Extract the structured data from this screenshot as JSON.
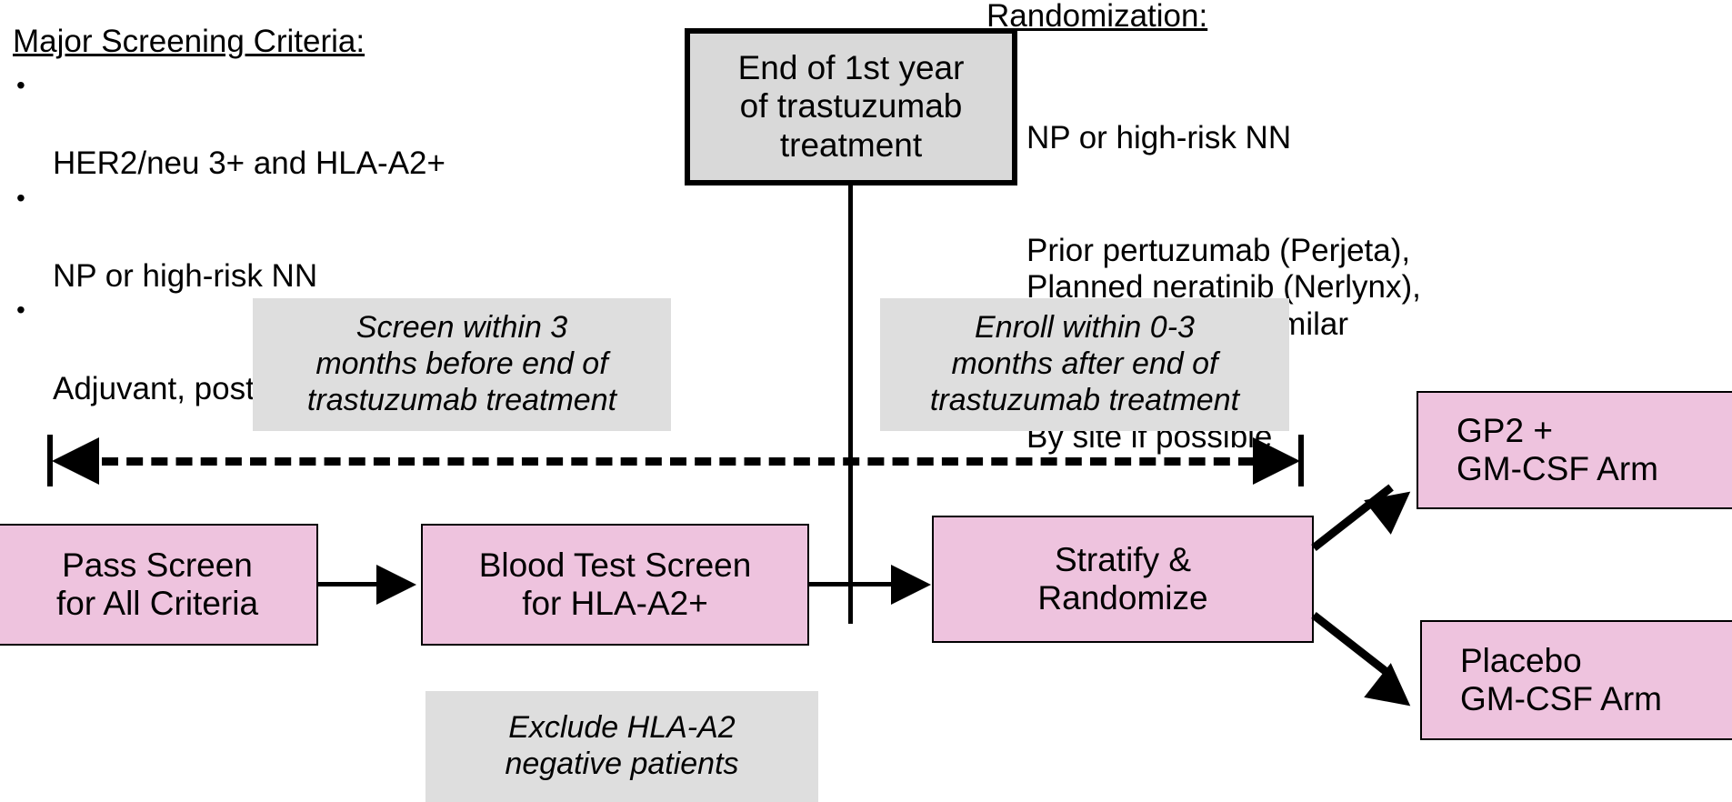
{
  "diagram": {
    "type": "clinical-trial-flow",
    "background": "#ffffff",
    "colors": {
      "pink_box": "#eec3de",
      "grey_box": "#d9d9d9",
      "callout_grey": "#dedede",
      "line": "#000000"
    }
  },
  "screening_note": {
    "title": "Major Screening Criteria:",
    "bullet_glyph": "•",
    "items": [
      "HER2/neu 3+ and HLA-A2+",
      "NP or high-risk NN",
      "Adjuvant, post surgery"
    ]
  },
  "randomization_note": {
    "title": "Randomization:",
    "bullet_glyph": "•",
    "items": [
      "NP or high-risk NN",
      "Prior pertuzumab (Perjeta),\nPlanned neratinib (Nerlynx),\ntrastuzumab Biosimilar",
      "By site if possible"
    ]
  },
  "timeline_box": {
    "label": "End of 1st year\nof trastuzumab\ntreatment"
  },
  "callouts": {
    "screen_window": "Screen within 3\nmonths before end of\ntrastuzumab treatment",
    "enroll_window": "Enroll within 0-3\nmonths after end of\ntrastuzumab treatment",
    "exclude_note": "Exclude HLA-A2\nnegative patients"
  },
  "flow_boxes": {
    "pass_screen": "Pass Screen\nfor All Criteria",
    "blood_test": "Blood Test Screen\nfor HLA-A2+",
    "stratify": "Stratify &\nRandomize",
    "arm_treatment": "GP2 +\nGM-CSF Arm",
    "arm_placebo": "Placebo\nGM-CSF Arm"
  }
}
